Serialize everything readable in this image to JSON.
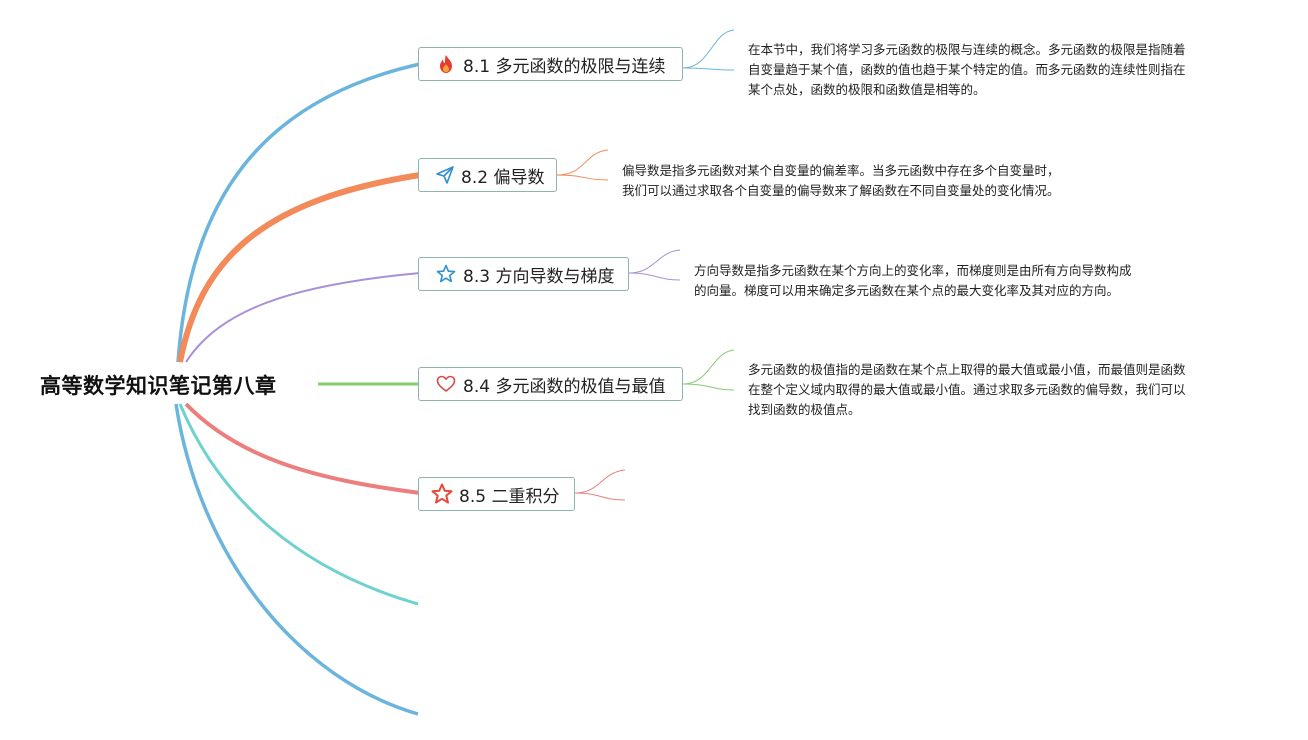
{
  "root": {
    "title": "高等数学知识笔记第八章"
  },
  "branches": [
    {
      "label": "8.1 多元函数的极限与连续",
      "icon": "fire-icon",
      "color": "#6bb5dd",
      "note": [
        "在本节中，我们将学习多元函数的极限与连续的概念。多元函数的极限是指随着",
        "自变量趋于某个值，函数的值也趋于某个特定的值。而多元函数的连续性则指在",
        "某个点处，函数的极限和函数值是相等的。"
      ]
    },
    {
      "label": "8.2 偏导数",
      "icon": "paper-plane-icon",
      "color": "#f28a5a",
      "note": [
        "偏导数是指多元函数对某个自变量的偏差率。当多元函数中存在多个自变量时，",
        "我们可以通过求取各个自变量的偏导数来了解函数在不同自变量处的变化情况。"
      ]
    },
    {
      "label": "8.3 方向导数与梯度",
      "icon": "star-outline-icon",
      "color": "#a98fd8",
      "note": [
        "方向导数是指多元函数在某个方向上的变化率，而梯度则是由所有方向导数构成",
        "的向量。梯度可以用来确定多元函数在某个点的最大变化率及其对应的方向。"
      ]
    },
    {
      "label": "8.4 多元函数的极值与最值",
      "icon": "heart-outline-icon",
      "color": "#86cc70",
      "note": [
        "多元函数的极值指的是函数在某个点上取得的最大值或最小值，而最值则是函数",
        "在整个定义域内取得的最大值或最小值。通过求取多元函数的偏导数，我们可以",
        "找到函数的极值点。"
      ]
    },
    {
      "label": "8.5 二重积分",
      "icon": "star-bold-icon",
      "color": "#ec7e7e",
      "note": []
    }
  ],
  "extra_branch_colors": [
    "#6fd2cf",
    "#6bb5dd"
  ]
}
